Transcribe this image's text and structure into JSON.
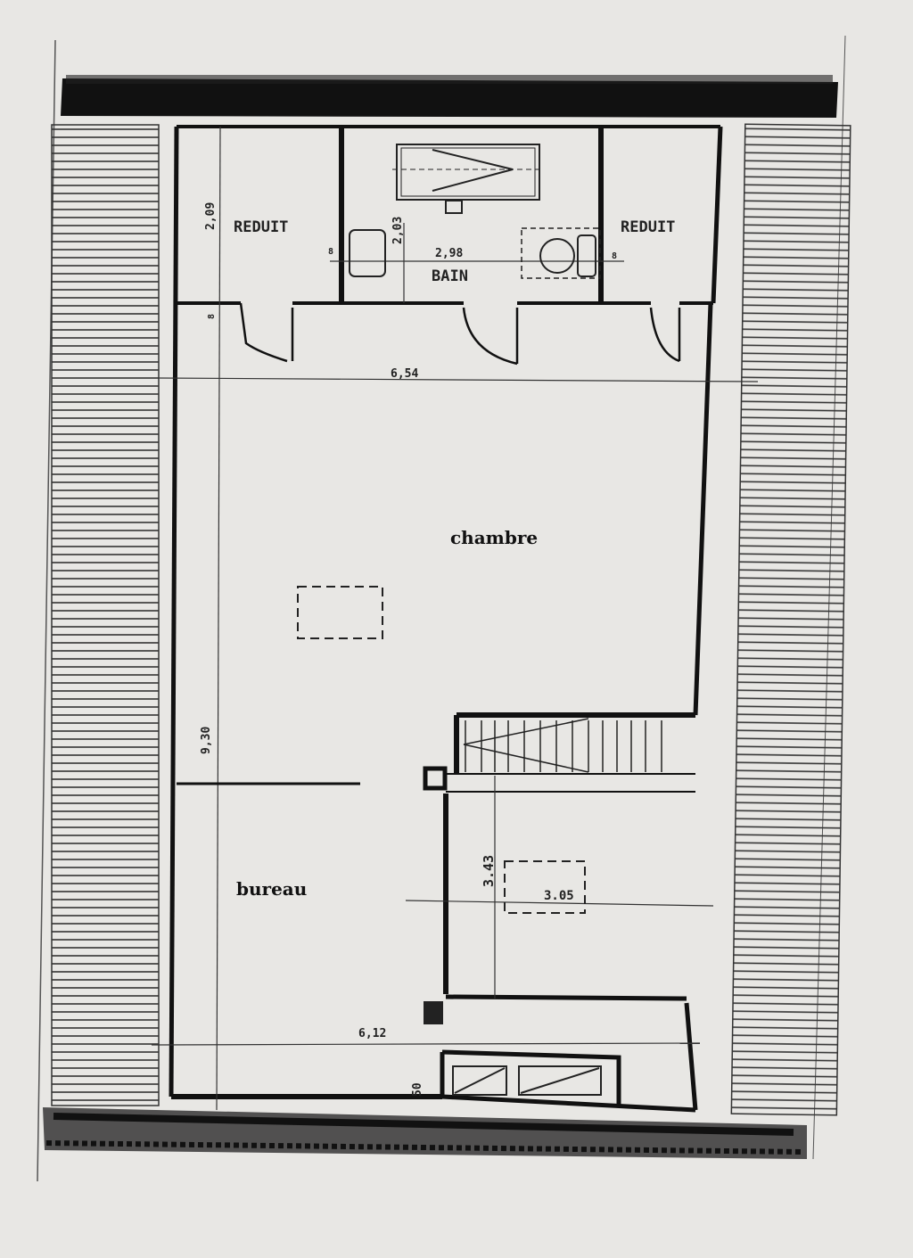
{
  "plan": {
    "colors": {
      "paper": "#e8e7e4",
      "ink": "#1a1a1a",
      "roof_hatch": "#3a3a3a"
    },
    "rooms": {
      "reduit_left": "REDUIT",
      "reduit_right": "REDUIT",
      "bain": "BAIN",
      "chambre": "chambre",
      "bureau": "bureau"
    },
    "dimensions": {
      "reduit_height": "2,09",
      "bain_height": "2,03",
      "bain_width": "2,98",
      "total_width_top": "6,54",
      "total_length": "9,30",
      "mezzanine_height": "3.43",
      "mezzanine_width": "3.05",
      "total_width_bottom": "6,12",
      "step_depth": "50",
      "tick_left": "8",
      "tick_right": "8",
      "tick_corridor": "8"
    },
    "fixtures": [
      "bathtub",
      "sink",
      "toilet",
      "staircase",
      "skylight",
      "window"
    ]
  }
}
